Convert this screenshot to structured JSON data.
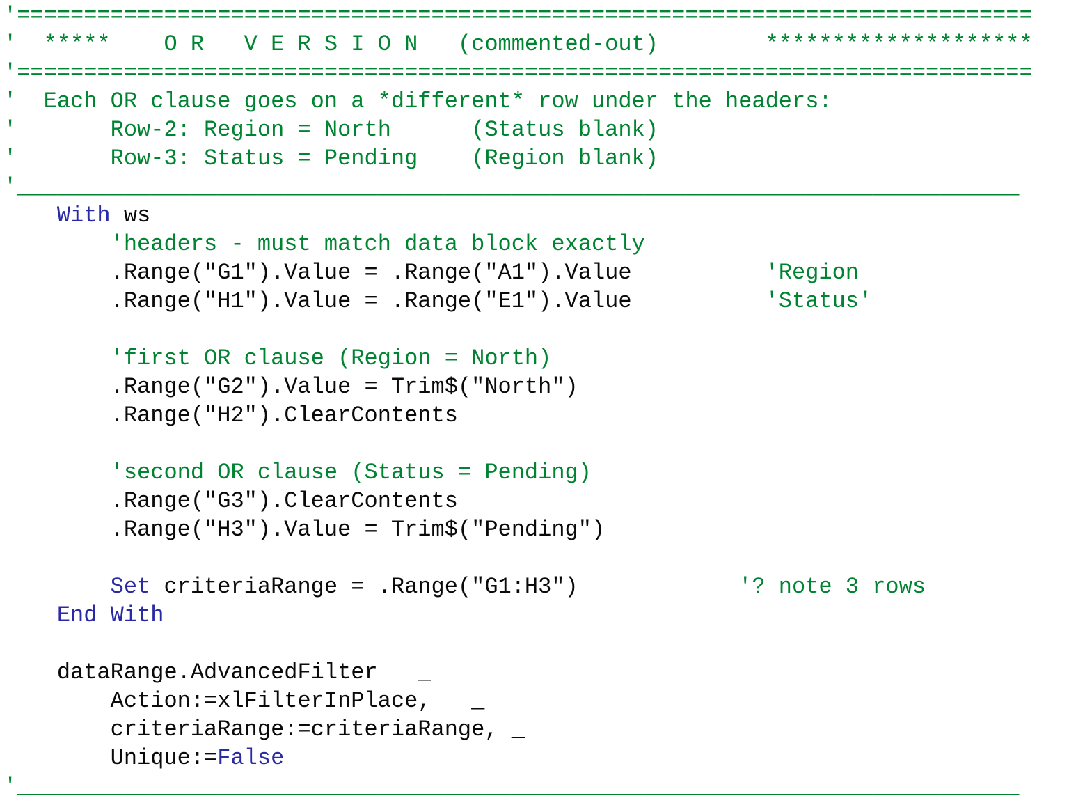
{
  "window": {
    "background": "#ffffff"
  },
  "colors": {
    "comment_green": "#008432",
    "keyword_blue": "#2a2aa4",
    "code_black": "#0a0a0a"
  },
  "code": {
    "language": "VBA",
    "lines": [
      [
        {
          "c": "com",
          "t": "'============================================================================"
        }
      ],
      [
        {
          "c": "com",
          "t": "'  *****    O R   V E R S I O N   (commented-out)        ********************"
        }
      ],
      [
        {
          "c": "com",
          "t": "'============================================================================"
        }
      ],
      [
        {
          "c": "com",
          "t": "'  Each OR clause goes on a *different* row under the headers:"
        }
      ],
      [
        {
          "c": "com",
          "t": "'       Row-2: Region = North      (Status blank)"
        }
      ],
      [
        {
          "c": "com",
          "t": "'       Row-3: Status = Pending    (Region blank)"
        }
      ],
      [
        {
          "c": "com",
          "t": "'___________________________________________________________________________"
        }
      ],
      [
        {
          "c": "code",
          "t": "    "
        },
        {
          "c": "kw",
          "t": "With"
        },
        {
          "c": "code",
          "t": " ws"
        }
      ],
      [
        {
          "c": "code",
          "t": "        "
        },
        {
          "c": "com",
          "t": "'headers - must match data block exactly"
        }
      ],
      [
        {
          "c": "code",
          "t": "        .Range(\"G1\").Value = .Range(\"A1\").Value          "
        },
        {
          "c": "com",
          "t": "'Region"
        }
      ],
      [
        {
          "c": "code",
          "t": "        .Range(\"H1\").Value = .Range(\"E1\").Value          "
        },
        {
          "c": "com",
          "t": "'Status'"
        }
      ],
      [],
      [
        {
          "c": "code",
          "t": "        "
        },
        {
          "c": "com",
          "t": "'first OR clause (Region = North)"
        }
      ],
      [
        {
          "c": "code",
          "t": "        .Range(\"G2\").Value = Trim$(\"North\")"
        }
      ],
      [
        {
          "c": "code",
          "t": "        .Range(\"H2\").ClearContents"
        }
      ],
      [],
      [
        {
          "c": "code",
          "t": "        "
        },
        {
          "c": "com",
          "t": "'second OR clause (Status = Pending)"
        }
      ],
      [
        {
          "c": "code",
          "t": "        .Range(\"G3\").ClearContents"
        }
      ],
      [
        {
          "c": "code",
          "t": "        .Range(\"H3\").Value = Trim$(\"Pending\")"
        }
      ],
      [],
      [
        {
          "c": "code",
          "t": "        "
        },
        {
          "c": "kw",
          "t": "Set"
        },
        {
          "c": "code",
          "t": " criteriaRange = .Range(\"G1:H3\")            "
        },
        {
          "c": "com",
          "t": "'? note 3 rows"
        }
      ],
      [
        {
          "c": "code",
          "t": "    "
        },
        {
          "c": "kw",
          "t": "End With"
        }
      ],
      [],
      [
        {
          "c": "code",
          "t": "    dataRange.AdvancedFilter   _"
        }
      ],
      [
        {
          "c": "code",
          "t": "        Action:=xlFilterInPlace,   _"
        }
      ],
      [
        {
          "c": "code",
          "t": "        criteriaRange:=criteriaRange, _"
        }
      ],
      [
        {
          "c": "code",
          "t": "        Unique:="
        },
        {
          "c": "kw",
          "t": "False"
        }
      ],
      [
        {
          "c": "com",
          "t": "'___________________________________________________________________________"
        }
      ]
    ]
  }
}
